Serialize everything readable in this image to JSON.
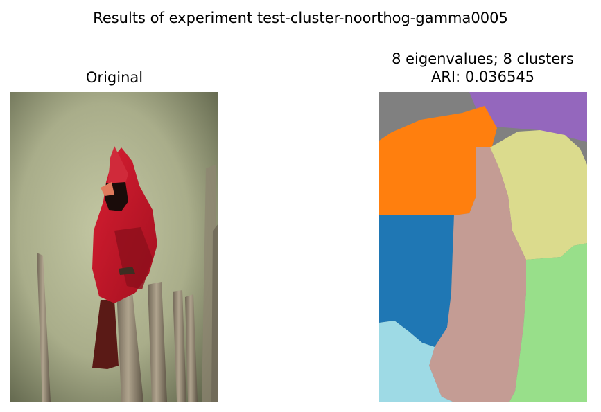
{
  "figure": {
    "suptitle": "Results of experiment test-cluster-noorthog-gamma0005"
  },
  "original_panel": {
    "title": "Original"
  },
  "segmentation_panel": {
    "title_line1": "8 eigenvalues; 8 clusters",
    "title_line2": "ARI: 0.036545",
    "cluster_colors": [
      "#808080",
      "#9467bd",
      "#ff7f0e",
      "#dbdb8d",
      "#1f77b4",
      "#c49c94",
      "#98df8a",
      "#9edae5"
    ]
  },
  "image_colors": {
    "background_light": "#c3c7a3",
    "background_dark": "#5c6148",
    "cardinal_red": "#c8162a",
    "cardinal_mask": "#1a0c0a",
    "beak": "#e07a5c",
    "wood": "#9a8c78"
  }
}
